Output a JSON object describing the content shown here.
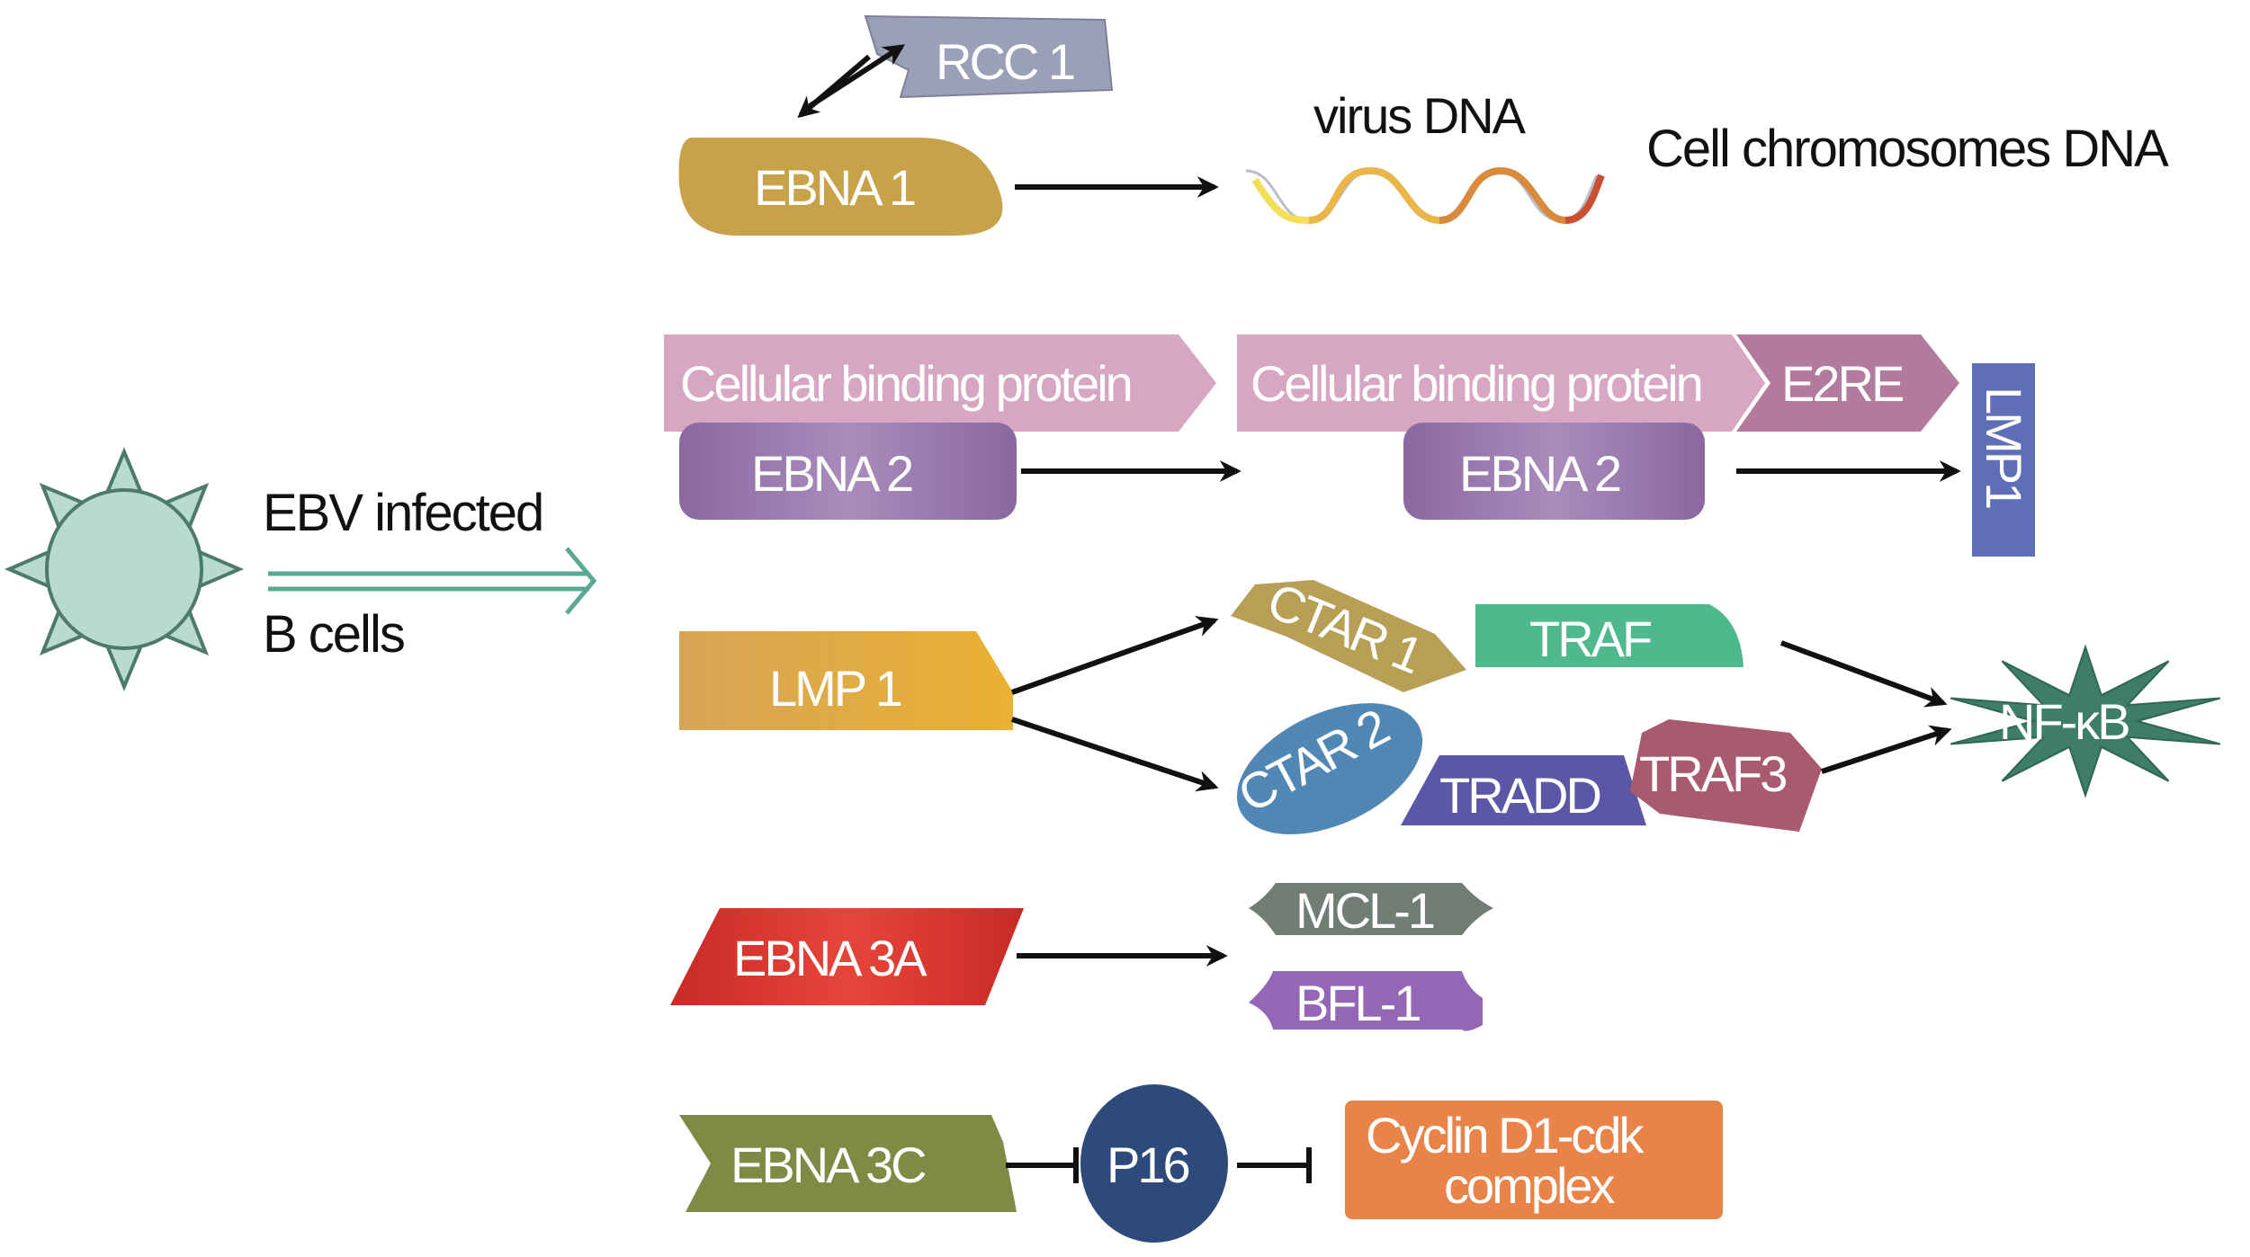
{
  "diagram": {
    "cell": {
      "title_line1": "EBV infected",
      "title_line2": "B cells",
      "color": "#b9dbcf",
      "stroke": "#4d7a6a",
      "arrow_color": "#5aa893"
    },
    "ebna1": {
      "label": "EBNA 1",
      "color": "#c7a24a"
    },
    "rcc1": {
      "label": "RCC 1",
      "color": "#9aa0b8"
    },
    "virus_dna": {
      "label": "virus DNA"
    },
    "cell_dna": {
      "label": "Cell chromosomes DNA"
    },
    "cbp1": {
      "label": "Cellular binding protein",
      "color": "#d6a6c2"
    },
    "cbp2": {
      "label": "Cellular binding protein",
      "color": "#d6a6c2"
    },
    "e2re": {
      "label": "E2RE",
      "color": "#b27a9c"
    },
    "ebna2_a": {
      "label": "EBNA 2",
      "color": "#9a78ad"
    },
    "ebna2_b": {
      "label": "EBNA 2",
      "color": "#9a78ad"
    },
    "lmp1_target": {
      "label": "LMP1",
      "color": "#5f6fb7"
    },
    "lmp1": {
      "label": "LMP 1",
      "color": "#dca84c"
    },
    "ctar1": {
      "label": "CTAR 1",
      "color": "#b79f56"
    },
    "traf": {
      "label": "TRAF",
      "color": "#4fb88c"
    },
    "ctar2": {
      "label": "CTAR 2",
      "color": "#5187b5"
    },
    "tradd": {
      "label": "TRADD",
      "color": "#5b57a6"
    },
    "traf3": {
      "label": "TRAF3",
      "color": "#aa5a6f"
    },
    "nfkb": {
      "label": "NF-κB",
      "color": "#3e7d6a"
    },
    "ebna3a": {
      "label": "EBNA 3A",
      "color": "#d8332c"
    },
    "mcl1": {
      "label": "MCL-1",
      "color": "#6f7d74"
    },
    "bfl1": {
      "label": "BFL-1",
      "color": "#9467b6"
    },
    "ebna3c": {
      "label": "EBNA 3C",
      "color": "#7f8a45"
    },
    "p16": {
      "label": "P16",
      "color": "#2e4a7a"
    },
    "cyclin": {
      "label_line1": "Cyclin D1-cdk",
      "label_line2": "complex",
      "color": "#e8844a"
    }
  }
}
